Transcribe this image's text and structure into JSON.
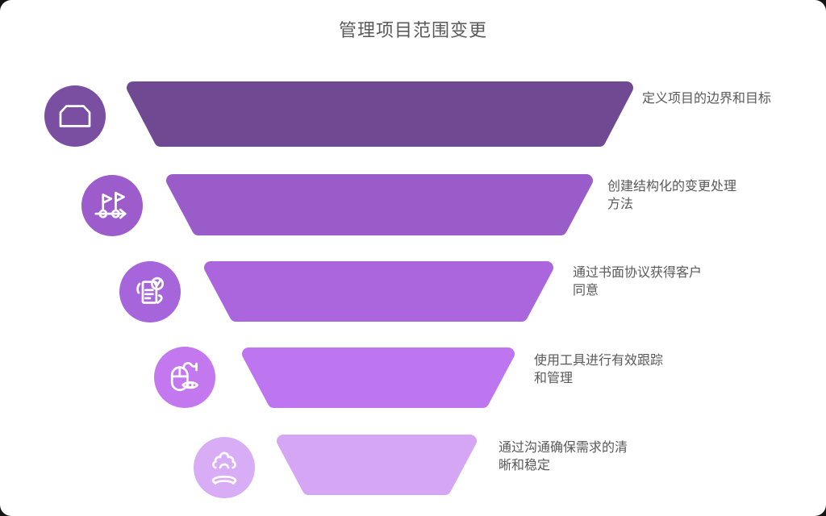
{
  "page": {
    "title": "管理项目范围变更",
    "title_color": "#595959",
    "label_color": "#595959",
    "background": "#ffffff",
    "icon_stroke": "#ffffff"
  },
  "funnel": {
    "type": "funnel",
    "steps": [
      {
        "label_lines": [
          "定义项目的边界和目标"
        ],
        "bar_color": "#6F4A92",
        "icon_color": "#7A4EA0",
        "icon": "boundary-icon"
      },
      {
        "label_lines": [
          "创建结构化的变更处理",
          "方法"
        ],
        "bar_color": "#9A5CC8",
        "icon_color": "#9C5CCB",
        "icon": "milestones-icon"
      },
      {
        "label_lines": [
          "通过书面协议获得客户",
          "同意"
        ],
        "bar_color": "#AB66DE",
        "icon_color": "#A765DB",
        "icon": "agreement-icon"
      },
      {
        "label_lines": [
          "使用工具进行有效跟踪",
          "和管理"
        ],
        "bar_color": "#BD75F0",
        "icon_color": "#C478F0",
        "icon": "tracking-icon"
      },
      {
        "label_lines": [
          "通过沟通确保需求的清",
          "晰和稳定"
        ],
        "bar_color": "#D5A6F4",
        "icon_color": "#D9ACF6",
        "icon": "communication-icon"
      }
    ]
  }
}
